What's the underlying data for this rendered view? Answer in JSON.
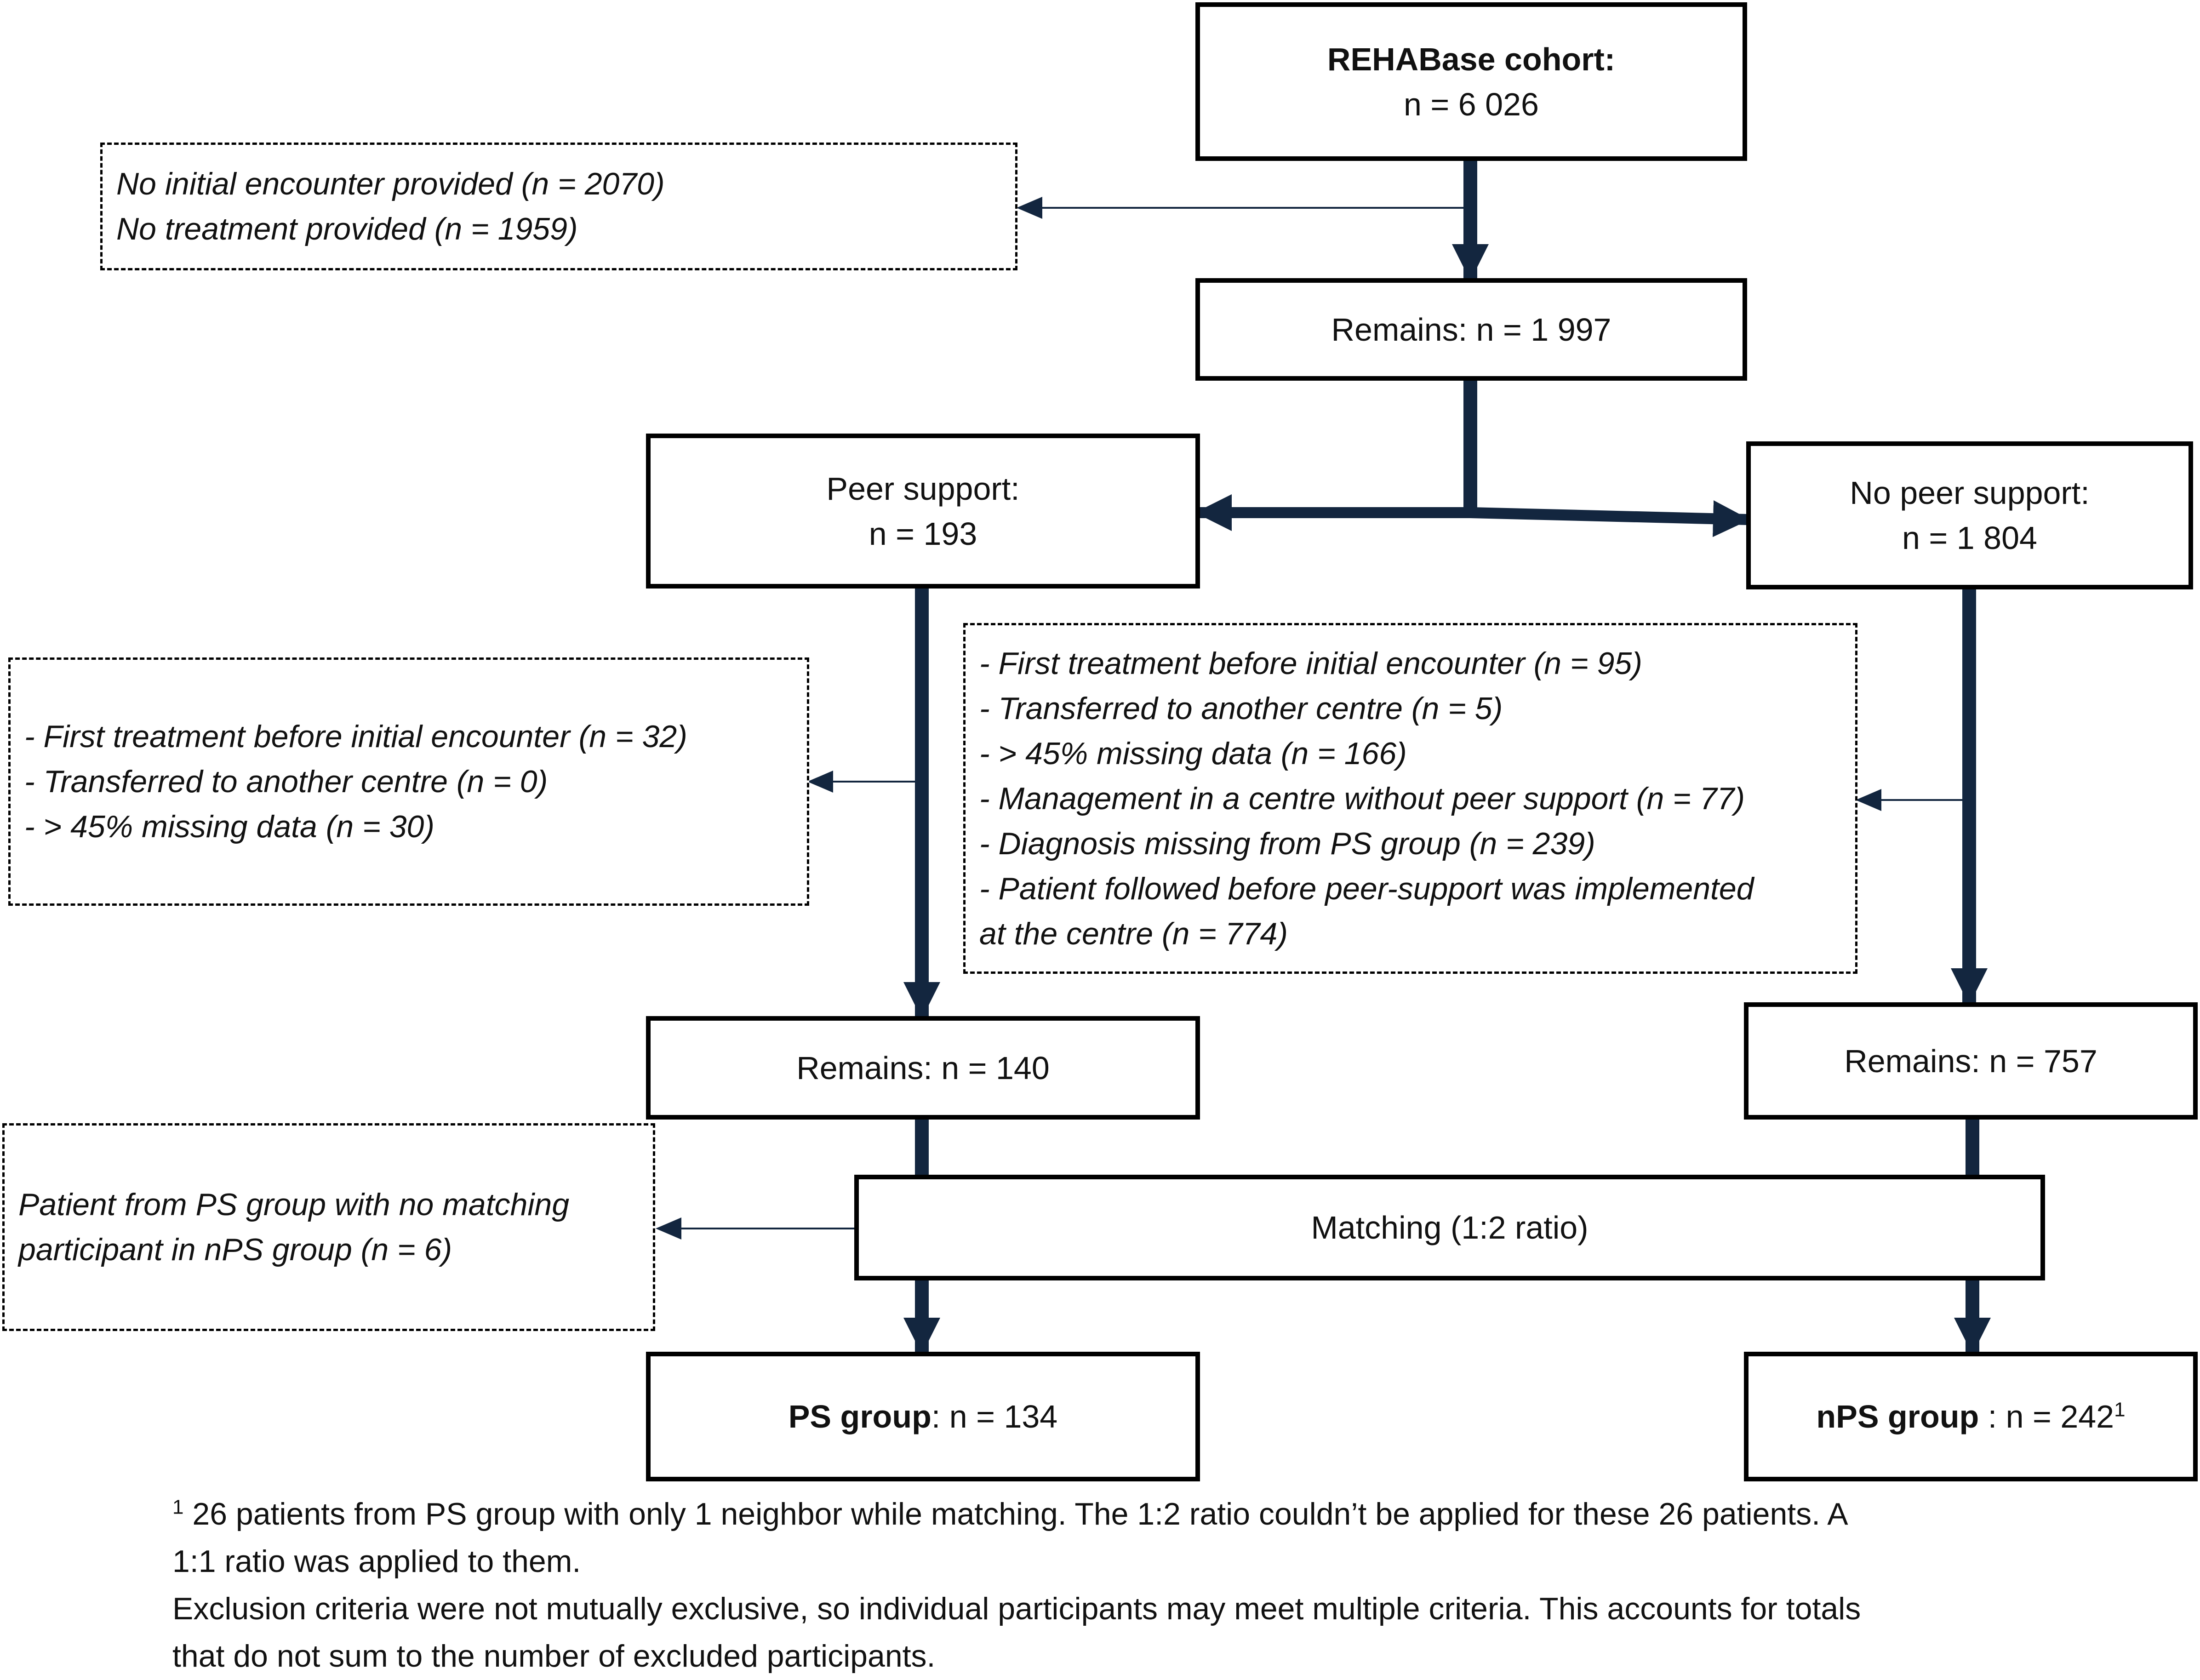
{
  "colors": {
    "arrow": "#13263f",
    "border": "#000000"
  },
  "nodes": {
    "cohort": {
      "title": "REHABase cohort:",
      "count": "n = 6 026"
    },
    "remains_all": {
      "text": "Remains: n = 1 997"
    },
    "peer_support": {
      "title": "Peer support:",
      "count": "n = 193"
    },
    "no_peer_support": {
      "title": "No peer support:",
      "count": "n = 1 804"
    },
    "remains_ps": {
      "text": "Remains: n = 140"
    },
    "remains_nps": {
      "text": "Remains: n = 757"
    },
    "matching": {
      "text": "Matching (1:2 ratio)"
    },
    "ps_group": {
      "label": "PS group",
      "value": ": n = 134"
    },
    "nps_group": {
      "label": "nPS group",
      "value": " : n = 242",
      "sup": "1"
    }
  },
  "exclusions": {
    "initial": [
      "No initial encounter provided (n = 2070)",
      "No treatment provided (n = 1959)"
    ],
    "peer_support": [
      "- First treatment before initial encounter (n = 32)",
      "- Transferred to another centre (n = 0)",
      "- > 45% missing data (n = 30)"
    ],
    "no_peer_support": [
      "- First treatment before initial encounter (n = 95)",
      "- Transferred to another centre (n = 5)",
      "- > 45% missing data (n = 166)",
      "- Management in a centre without peer support (n = 77)",
      "- Diagnosis missing from PS group (n = 239)",
      "- Patient followed  before peer-support was implemented",
      "at the centre (n = 774)"
    ],
    "matching": [
      "Patient from PS group with no matching",
      "participant in nPS group (n = 6)"
    ]
  },
  "footnote": {
    "marker": "1",
    "line1": " 26 patients from PS group with only 1 neighbor while matching. The 1:2 ratio couldn’t be applied for these 26 patients. A",
    "line2": "1:1 ratio was applied to them.",
    "line3": "Exclusion criteria were not mutually exclusive, so individual participants may meet multiple criteria. This accounts for totals",
    "line4": "that do not sum to the number of excluded participants."
  }
}
